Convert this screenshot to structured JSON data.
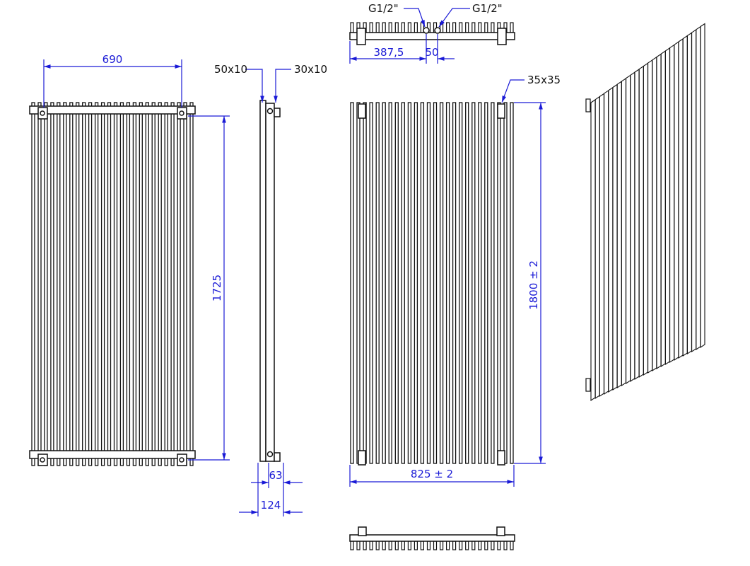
{
  "drawing": {
    "views": {
      "front_back": {
        "dim_width": "690",
        "dim_height": "1725"
      },
      "side": {
        "label_front_tube": "50x10",
        "label_rear_tube": "30x10",
        "dim_depth_inner": "63",
        "dim_depth_total": "124"
      },
      "top": {
        "label_inlet_left": "G1/2\"",
        "label_inlet_right": "G1/2\"",
        "dim_inlet_offset": "387,5",
        "dim_inlet_spacing": "50"
      },
      "front": {
        "label_collector": "35x35",
        "dim_height": "1800 ± 2",
        "dim_width": "825 ± 2"
      }
    }
  },
  "colors": {
    "dimension": "#1a1ad6",
    "outline": "#111111",
    "background": "#ffffff"
  }
}
